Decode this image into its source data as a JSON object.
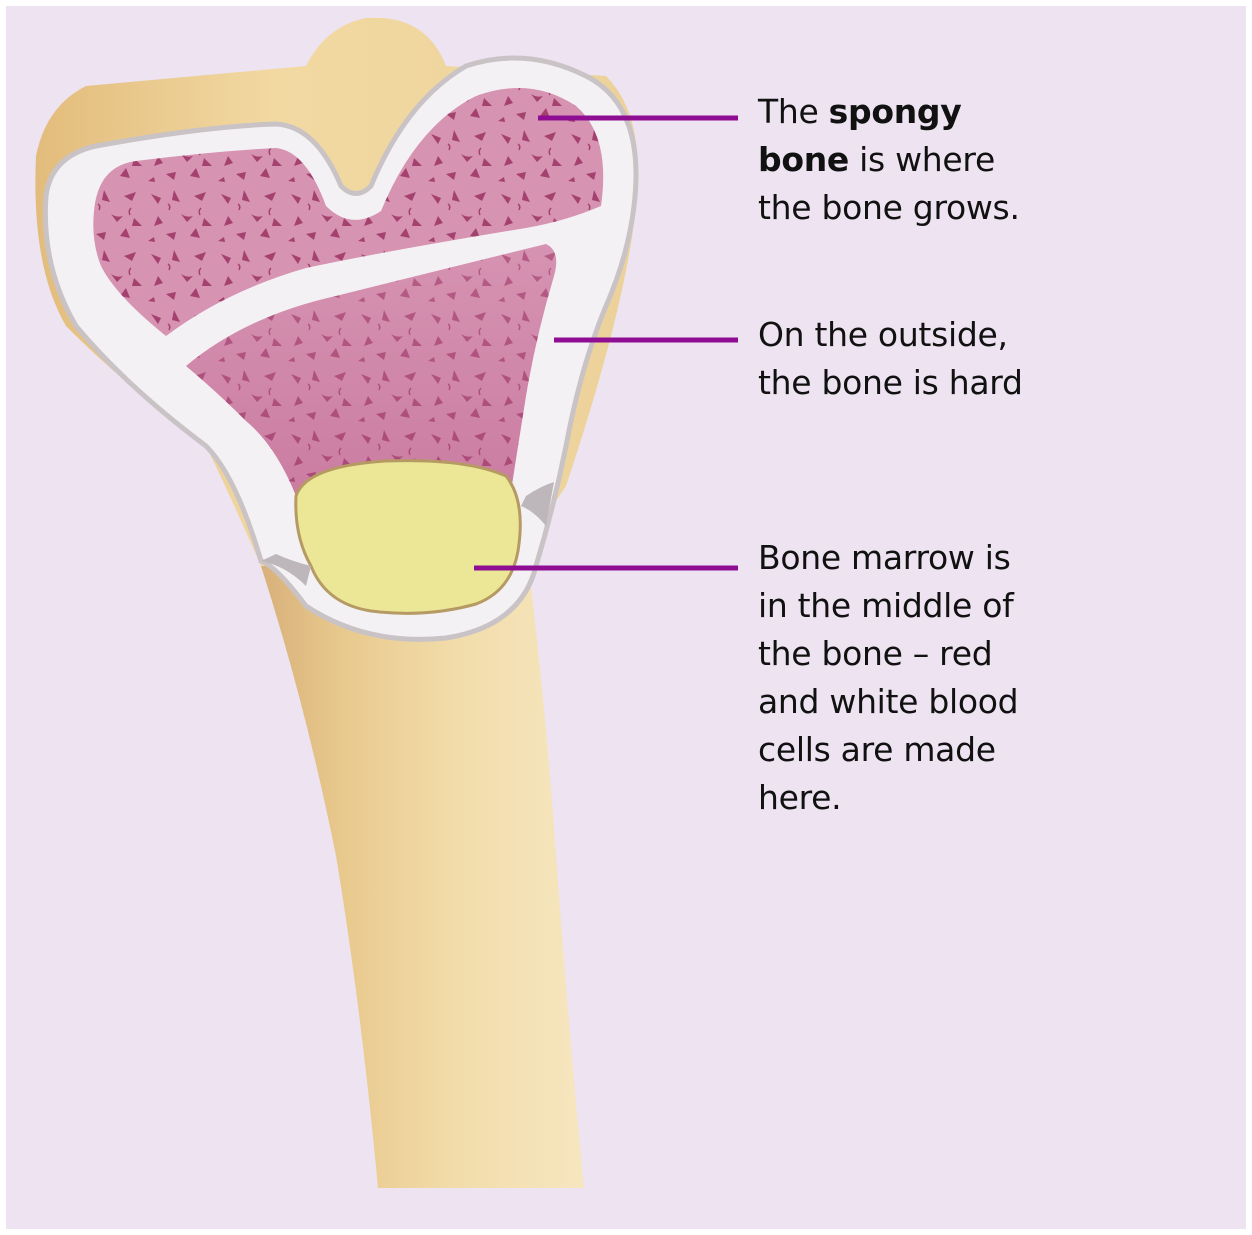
{
  "labels": {
    "spongy": {
      "prefix": "The ",
      "bold1": "spongy",
      "bold2": "bone",
      "rest1": " is where",
      "line3": "the bone grows."
    },
    "hard": {
      "line1": "On the outside,",
      "line2": "the bone is hard"
    },
    "marrow": {
      "line1": "Bone marrow is",
      "line2": "in the middle of",
      "line3": "the bone – red",
      "line4": "and white blood",
      "line5": "cells are made",
      "line6": "here."
    }
  },
  "colors": {
    "background": "#ede3f1",
    "bone": "#f0dba5",
    "bone_shadow": "#d9b87a",
    "cortex": "#f4f1f4",
    "spongy": "#d693b2",
    "spongy_dark": "#a4416f",
    "marrow": "#ece796",
    "leader_line": "#8e0d92"
  },
  "icons": {
    "illustration": "bone-cross-section-illustration"
  }
}
